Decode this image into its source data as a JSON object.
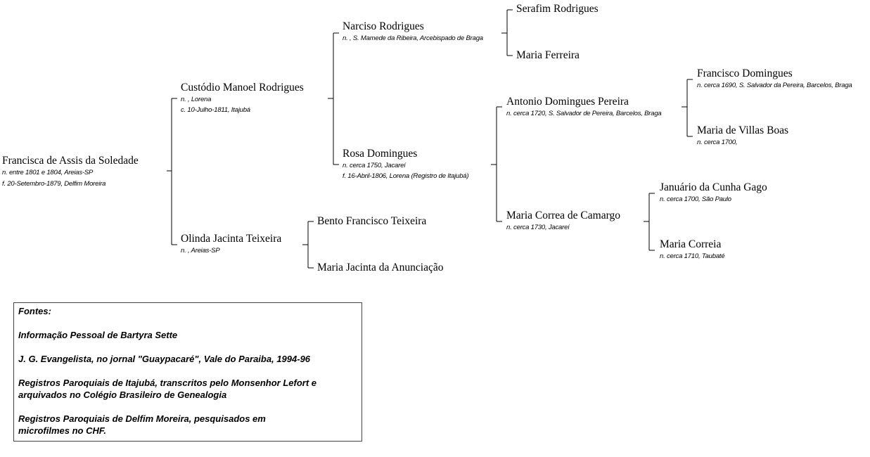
{
  "people": {
    "p1": {
      "name": "Francisca de Assis da Soledade",
      "lines": [
        "n. entre 1801  e  1804, Areias-SP",
        "f. 20-Setembro-1879, Delfim Moreira"
      ]
    },
    "p2": {
      "name": "Custódio Manoel Rodrigues",
      "lines": [
        "n. , Lorena",
        "c. 10-Julho-1811, Itajubá"
      ]
    },
    "p3": {
      "name": "Olinda Jacinta Teixeira",
      "lines": [
        "n. , Areias-SP"
      ]
    },
    "p4": {
      "name": "Narciso Rodrigues",
      "lines": [
        "n. , S. Mamede da Ribeira, Arcebispado de Braga"
      ]
    },
    "p5": {
      "name": "Rosa Domingues",
      "lines": [
        "n. cerca 1750, Jacareí",
        "f. 16-Abril-1806, Lorena (Registro de Itajubá)"
      ]
    },
    "p6": {
      "name": "Bento Francisco Teixeira",
      "lines": []
    },
    "p7": {
      "name": "Maria Jacinta da Anunciação",
      "lines": []
    },
    "p8": {
      "name": "Serafim Rodrigues",
      "lines": []
    },
    "p9": {
      "name": "Maria Ferreira",
      "lines": []
    },
    "p10": {
      "name": "Antonio Domingues Pereira",
      "lines": [
        "n. cerca 1720, S. Salvador de Pereira, Barcelos, Braga"
      ]
    },
    "p11": {
      "name": "Maria Correa de Camargo",
      "lines": [
        "n. cerca 1730, Jacareí"
      ]
    },
    "p12": {
      "name": "Francisco Domingues",
      "lines": [
        "n. cerca 1690, S. Salvador da Pereira, Barcelos, Braga"
      ]
    },
    "p13": {
      "name": "Maria de Villas Boas",
      "lines": [
        "n. cerca 1700,"
      ]
    },
    "p14": {
      "name": "Januário da Cunha Gago",
      "lines": [
        "n. cerca 1700, São Paulo"
      ]
    },
    "p15": {
      "name": "Maria Correia",
      "lines": [
        "n. cerca 1710, Taubaté"
      ]
    }
  },
  "sources": {
    "heading": "Fontes:",
    "items": [
      [
        "Informação Pessoal de Bartyra Sette"
      ],
      [
        "J. G. Evangelista, no jornal \"Guaypacaré\", Vale do Paraiba, 1994-96"
      ],
      [
        "Registros Paroquiais de Itajubá, transcritos pelo Monsenhor Lefort e",
        "arquivados no Colégio Brasileiro de Genealogia"
      ],
      [
        "Registros Paroquiais de Delfim Moreira, pesquisados em",
        "microfilmes no CHF."
      ]
    ]
  }
}
